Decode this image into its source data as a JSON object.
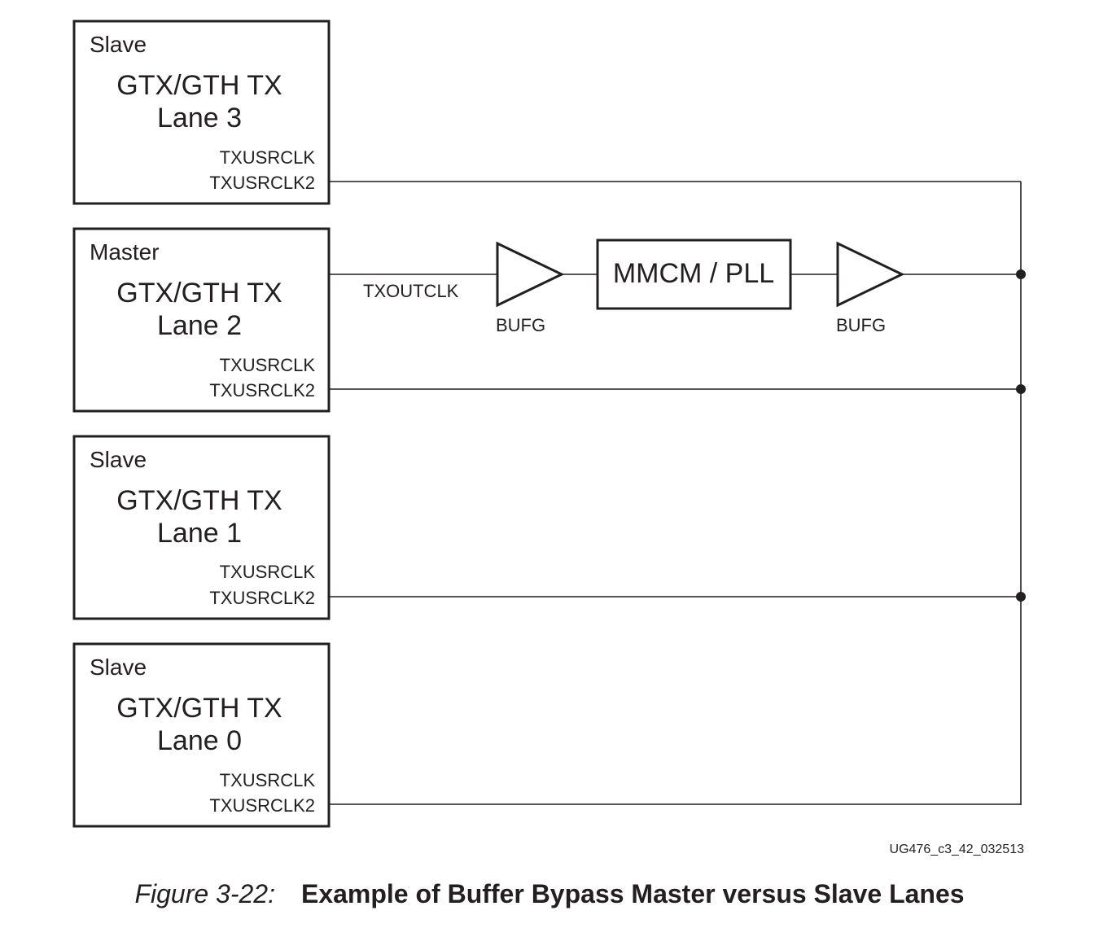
{
  "lanes": [
    {
      "role": "Slave",
      "line1": "GTX/GTH TX",
      "line2": "Lane 3",
      "port1": "TXUSRCLK",
      "port2": "TXUSRCLK2"
    },
    {
      "role": "Master",
      "line1": "GTX/GTH TX",
      "line2": "Lane 2",
      "port1": "TXUSRCLK",
      "port2": "TXUSRCLK2"
    },
    {
      "role": "Slave",
      "line1": "GTX/GTH TX",
      "line2": "Lane 1",
      "port1": "TXUSRCLK",
      "port2": "TXUSRCLK2"
    },
    {
      "role": "Slave",
      "line1": "GTX/GTH TX",
      "line2": "Lane 0",
      "port1": "TXUSRCLK",
      "port2": "TXUSRCLK2"
    }
  ],
  "clock_path": {
    "signal": "TXOUTCLK",
    "buffer1": "BUFG",
    "block": "MMCM / PLL",
    "buffer2": "BUFG"
  },
  "figure_id": "UG476_c3_42_032513",
  "caption": {
    "label": "Figure 3-22:",
    "title": "Example of Buffer Bypass Master versus Slave Lanes"
  }
}
